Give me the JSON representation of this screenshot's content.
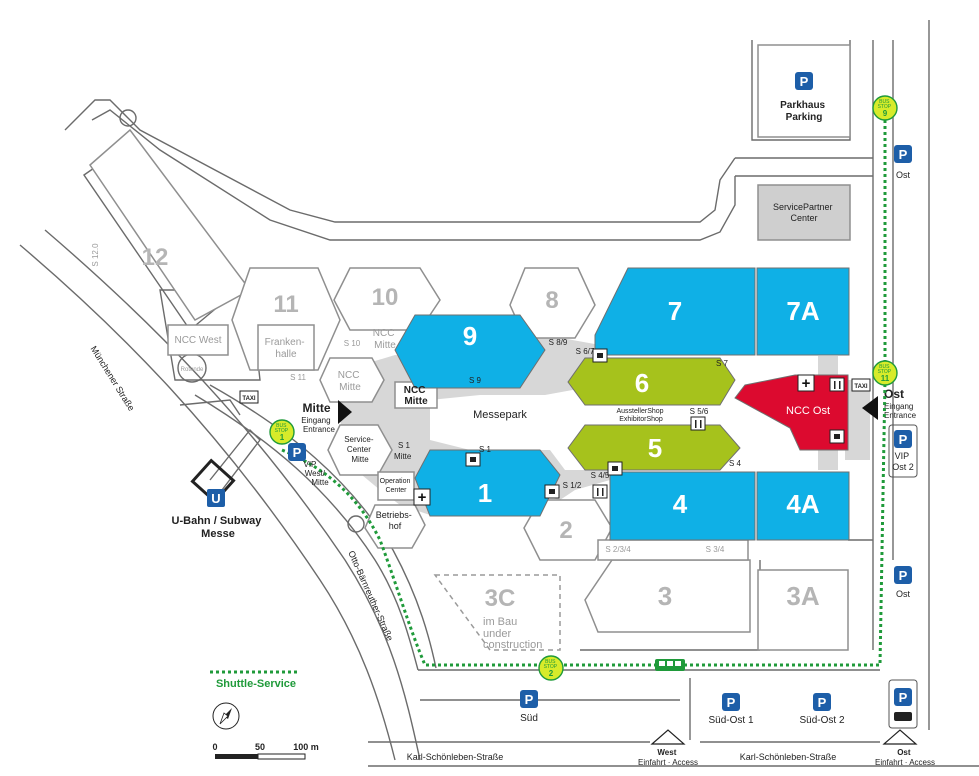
{
  "colors": {
    "hall_blue": "#0fb0e6",
    "hall_green": "#a6c21c",
    "hall_red": "#dc0a2f",
    "corridor_gray": "#d7d7d7",
    "parking_blue": "#1d5ea8",
    "shuttle_green": "#1f9a3a",
    "bus_stop_yellow": "#d7eb2a"
  },
  "halls": {
    "h1": "1",
    "h2": "2",
    "h3": "3",
    "h3a": "3A",
    "h3c": "3C",
    "h4": "4",
    "h4a": "4A",
    "h5": "5",
    "h6": "6",
    "h7": "7",
    "h7a": "7A",
    "h8": "8",
    "h9": "9",
    "h10": "10",
    "h11": "11",
    "h12": "12"
  },
  "labels": {
    "frankenhalle": [
      "Franken-",
      "halle"
    ],
    "ncc_west": "NCC West",
    "rotunde": "Rotunde",
    "ncc_mitte_small": [
      "NCC",
      "Mitte"
    ],
    "ncc_mitte_small2": [
      "NCC",
      "Mitte"
    ],
    "ncc_mitte_box": [
      "NCC",
      "Mitte"
    ],
    "messepark": "Messepark",
    "service_center": [
      "Service-",
      "Center",
      "Mitte"
    ],
    "operation_center": [
      "Operation",
      "Center"
    ],
    "betriebshof": [
      "Betriebs-",
      "hof"
    ],
    "mitte_entrance": [
      "Mitte",
      "Eingang",
      "Entrance"
    ],
    "ost_entrance": [
      "Ost",
      "Eingang",
      "Entrance"
    ],
    "ncc_ost": "NCC Ost",
    "aussteller_shop": [
      "AusstellerShop",
      "ExhibitorShop"
    ],
    "service_partner": [
      "ServicePartner",
      "Center"
    ],
    "parkhaus": [
      "Parkhaus",
      "Parking"
    ],
    "im_bau": [
      "im Bau",
      "under",
      "construction"
    ],
    "ubahn": [
      "U-Bahn / Subway",
      "Messe"
    ],
    "vip_west": [
      "VIP",
      "West/",
      "Mitte"
    ],
    "vip_ost": [
      "VIP",
      "Ost 2"
    ],
    "shuttle_service": "Shuttle-Service",
    "munchener": "Münchener Straße",
    "otto_barnreuther": "Otto-Bärnreuther-Straße",
    "karl_west": "Karl-Schönleben-Straße",
    "karl_ost": "Karl-Schönleben-Straße",
    "west_access": [
      "West",
      "Einfahrt · Access"
    ],
    "ost_access": [
      "Ost",
      "Einfahrt · Access"
    ],
    "taxi": "TAXI",
    "ubahn_letter": "U",
    "cross": "+",
    "parking_letter": "P"
  },
  "passages": {
    "s1": "S 1",
    "s1_mitte": [
      "S 1",
      "Mitte"
    ],
    "s1_2": "S 1/2",
    "s4_5": "S 4/5",
    "s2_3_4": "S 2/3/4",
    "s3_4": "S 3/4",
    "s4": "S 4",
    "s5_6": "S 5/6",
    "s6_7": "S 6/7",
    "s7": "S 7",
    "s8_9": "S 8/9",
    "s9": "S 9",
    "s10": "S 10",
    "s11": "S 11",
    "s12": "S 12.0"
  },
  "parking": {
    "sud": "Süd",
    "sud_ost_1": "Süd-Ost 1",
    "sud_ost_2": "Süd-Ost 2",
    "ost_top": "Ost",
    "ost_mid": "Ost"
  },
  "bus_stops": {
    "label": [
      "BUS",
      "STOP"
    ],
    "stop1": "1",
    "stop2": "2",
    "stop9": "9",
    "stop11": "11"
  },
  "scale": {
    "ticks": [
      "0",
      "50",
      "100 m"
    ]
  }
}
